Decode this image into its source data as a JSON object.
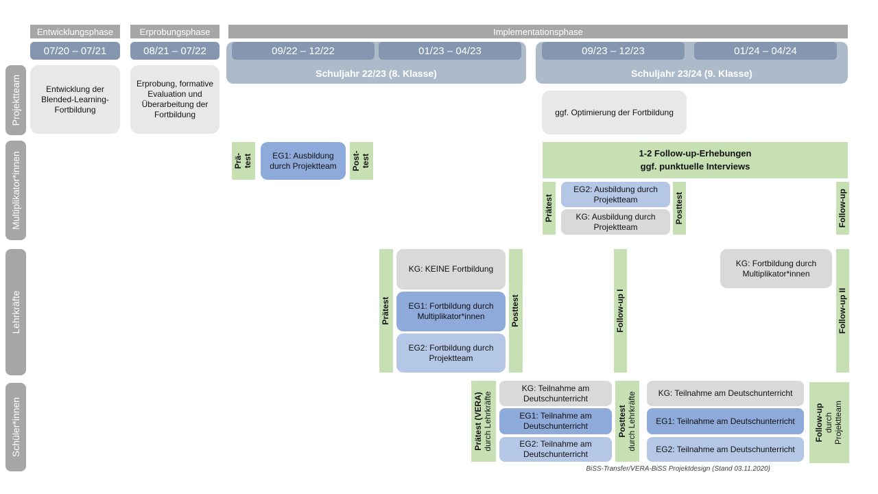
{
  "title": "BiSS-Transfer/VERA-BiSS Projektdesign",
  "colors": {
    "phase_gray": "#a6a6a6",
    "period_blue": "#8496b0",
    "schoolyear_blue": "#adbaca",
    "sidebar_gray": "#a6a6a6",
    "box_light_gray": "#e9e8e8",
    "box_gray": "#d9d9d9",
    "box_blue_medium": "#8eaadb",
    "box_blue_light": "#b4c7e7",
    "box_green": "#c6e0b4"
  },
  "header": {
    "phases": {
      "entwicklung": "Entwicklungsphase",
      "erprobung": "Erprobungsphase",
      "implementation": "Implementationsphase"
    },
    "periods": {
      "p1": "07/20 – 07/21",
      "p2": "08/21 – 07/22",
      "p3": "09/22 – 12/22",
      "p4": "01/23 – 04/23",
      "p5": "09/23 – 12/23",
      "p6": "01/24 – 04/24"
    },
    "school_years": {
      "sy1": "Schuljahr 22/23 (8. Klasse)",
      "sy2": "Schuljahr 23/24 (9. Klasse)"
    }
  },
  "sidebar": {
    "projektteam": "Projektteam",
    "multiplikatoren": "Multiplikator*innen",
    "lehrkraefte": "Lehrkräfte",
    "schueler": "Schüler*innen"
  },
  "projektteam": {
    "entwicklung": "Entwicklung der Blended-Learning-Fortbildung",
    "erprobung": "Erprobung, formative Evaluation und Überarbeitung der Fortbildung",
    "optimierung": "ggf. Optimierung der Fortbildung"
  },
  "multiplikatoren": {
    "praetest_l1": "Prä-",
    "praetest_l2": "test",
    "eg1": "EG1: Ausbildung durch Projektteam",
    "posttest_l1": "Post-",
    "posttest_l2": "test",
    "followup_box_l1": "1-2 Follow-up-Erhebungen",
    "followup_box_l2": "ggf. punktuelle Interviews",
    "praetest2": "Prätest",
    "eg2": "EG2: Ausbildung durch Projektteam",
    "kg": "KG: Ausbildung durch Projektteam",
    "posttest2": "Posttest",
    "followup": "Follow-up"
  },
  "lehrkraefte": {
    "praetest": "Prätest",
    "kg": "KG: KEINE Fortbildung",
    "eg1": "EG1: Fortbildung durch Multiplikator*innen",
    "eg2": "EG2: Fortbildung durch Projektteam",
    "posttest": "Posttest",
    "followup1": "Follow-up I",
    "kg2": "KG: Fortbildung durch Multiplikator*innen",
    "followup2": "Follow-up II"
  },
  "schueler": {
    "praetest_l1": "Prätest (VERA)",
    "praetest_l2": "durch Lehrkräfte",
    "kg": "KG: Teilnahme am Deutschunterricht",
    "eg1": "EG1: Teilnahme am Deutschunterricht",
    "eg2": "EG2: Teilnahme am Deutschunterricht",
    "posttest_l1": "Posttest",
    "posttest_l2": "durch Lehrkräfte",
    "followup_l1": "Follow-up",
    "followup_l2": "durch",
    "followup_l3": "Projektteam"
  },
  "footer": {
    "caption": "BiSS-Transfer/VERA-BiSS Projektdesign (Stand 03.11.2020)"
  }
}
